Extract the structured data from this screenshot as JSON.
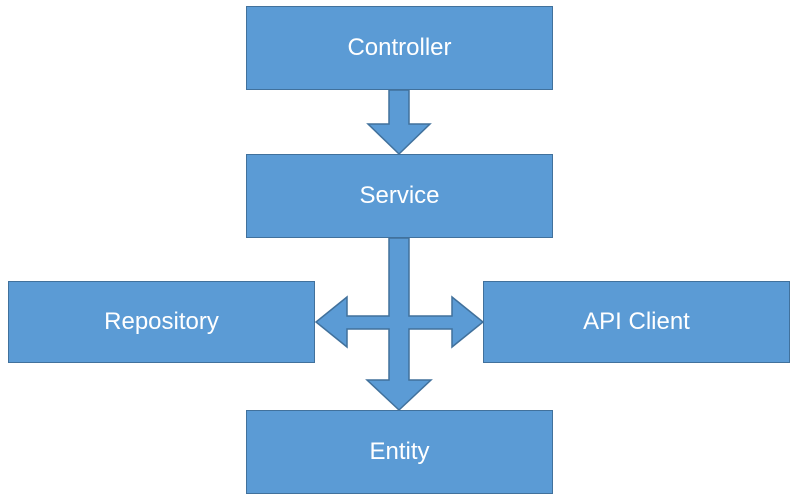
{
  "diagram": {
    "nodes": {
      "controller": "Controller",
      "service": "Service",
      "repository": "Repository",
      "api_client": "API Client",
      "entity": "Entity"
    },
    "edges": [
      {
        "from": "Controller",
        "to": "Service"
      },
      {
        "from": "Service",
        "to": "Repository"
      },
      {
        "from": "Service",
        "to": "API Client"
      },
      {
        "from": "Service",
        "to": "Entity"
      }
    ],
    "colors": {
      "fill": "#5b9bd5",
      "stroke": "#41719c",
      "text": "#ffffff"
    }
  }
}
